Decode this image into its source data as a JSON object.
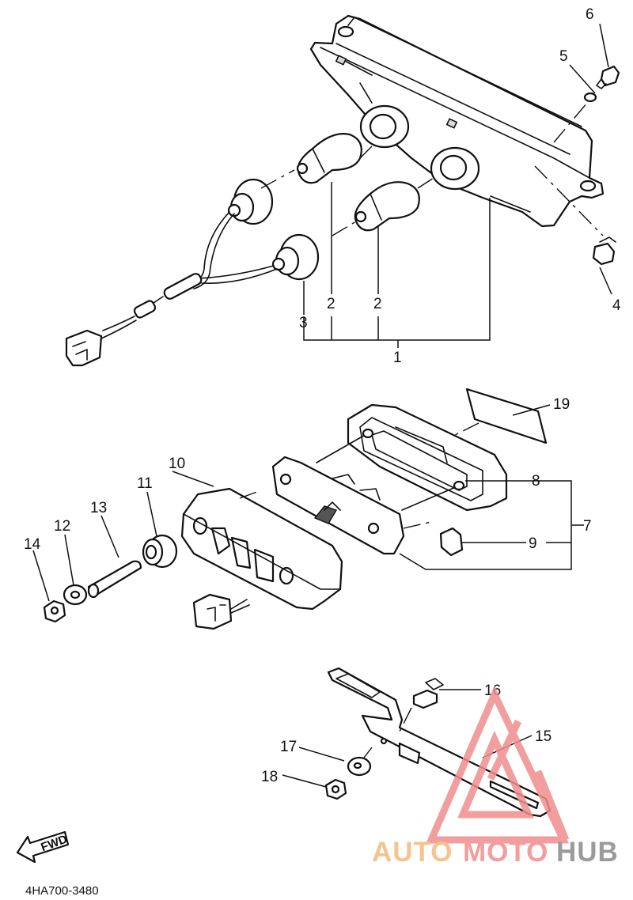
{
  "diagram": {
    "drawing_code": "4HA700-3480",
    "fwd_label": "FWD",
    "callouts": {
      "c1": "1",
      "c2a": "2",
      "c2b": "2",
      "c3": "3",
      "c4": "4",
      "c5": "5",
      "c6": "6",
      "c7": "7",
      "c8": "8",
      "c9": "9",
      "c10": "10",
      "c11": "11",
      "c12": "12",
      "c13": "13",
      "c14": "14",
      "c15": "15",
      "c16": "16",
      "c17": "17",
      "c18": "18",
      "c19": "19"
    }
  },
  "watermark": {
    "word_part1": "AUTO",
    "word_part2": "MOTO",
    "word_part3": "HUB",
    "colors": {
      "auto": "#f6b97a",
      "moto": "#f28d8d",
      "hub": "#8a8a8a",
      "triangle": "#f08e8e"
    }
  }
}
